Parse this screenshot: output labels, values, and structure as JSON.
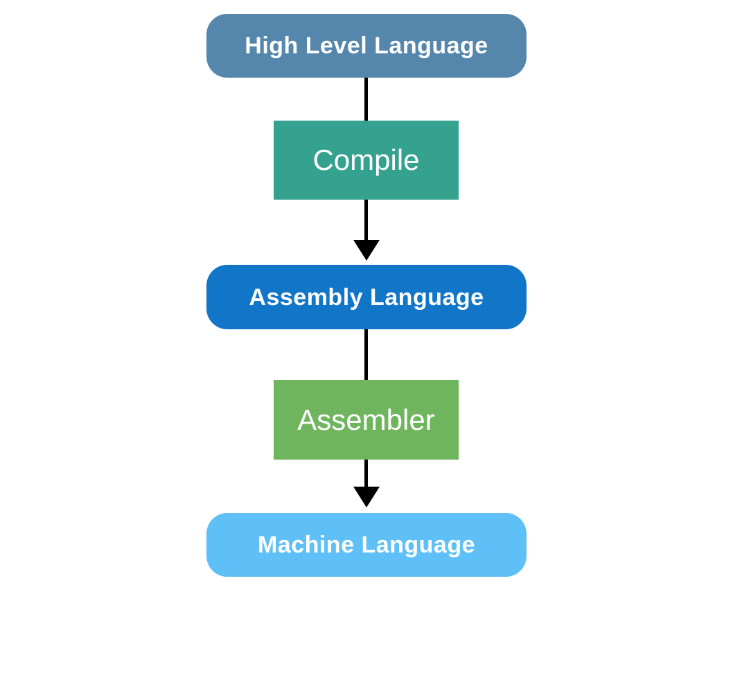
{
  "diagram": {
    "type": "flowchart",
    "direction": "top-down",
    "background": "#FFFFFF",
    "arrow_color": "#000000",
    "nodes": [
      {
        "id": "high-level-language",
        "label": "High Level Language",
        "shape": "rounded-pill",
        "color": "#5586AB",
        "text_color": "#FFFFFF"
      },
      {
        "id": "compile",
        "label": "Compile",
        "shape": "rectangle",
        "color": "#34A28E",
        "text_color": "#FFFFFF"
      },
      {
        "id": "assembly-language",
        "label": "Assembly Language",
        "shape": "rounded-pill",
        "color": "#1176C8",
        "text_color": "#FFFFFF"
      },
      {
        "id": "assembler",
        "label": "Assembler",
        "shape": "rectangle",
        "color": "#6FB55E",
        "text_color": "#FFFFFF"
      },
      {
        "id": "machine-language",
        "label": "Machine Language",
        "shape": "rounded-pill",
        "color": "#5FBFF7",
        "text_color": "#FFFFFF"
      }
    ],
    "edges": [
      {
        "from": "high-level-language",
        "to": "assembly-language",
        "process_label": "Compile",
        "arrow": "down"
      },
      {
        "from": "assembly-language",
        "to": "machine-language",
        "process_label": "Assembler",
        "arrow": "down"
      }
    ]
  }
}
